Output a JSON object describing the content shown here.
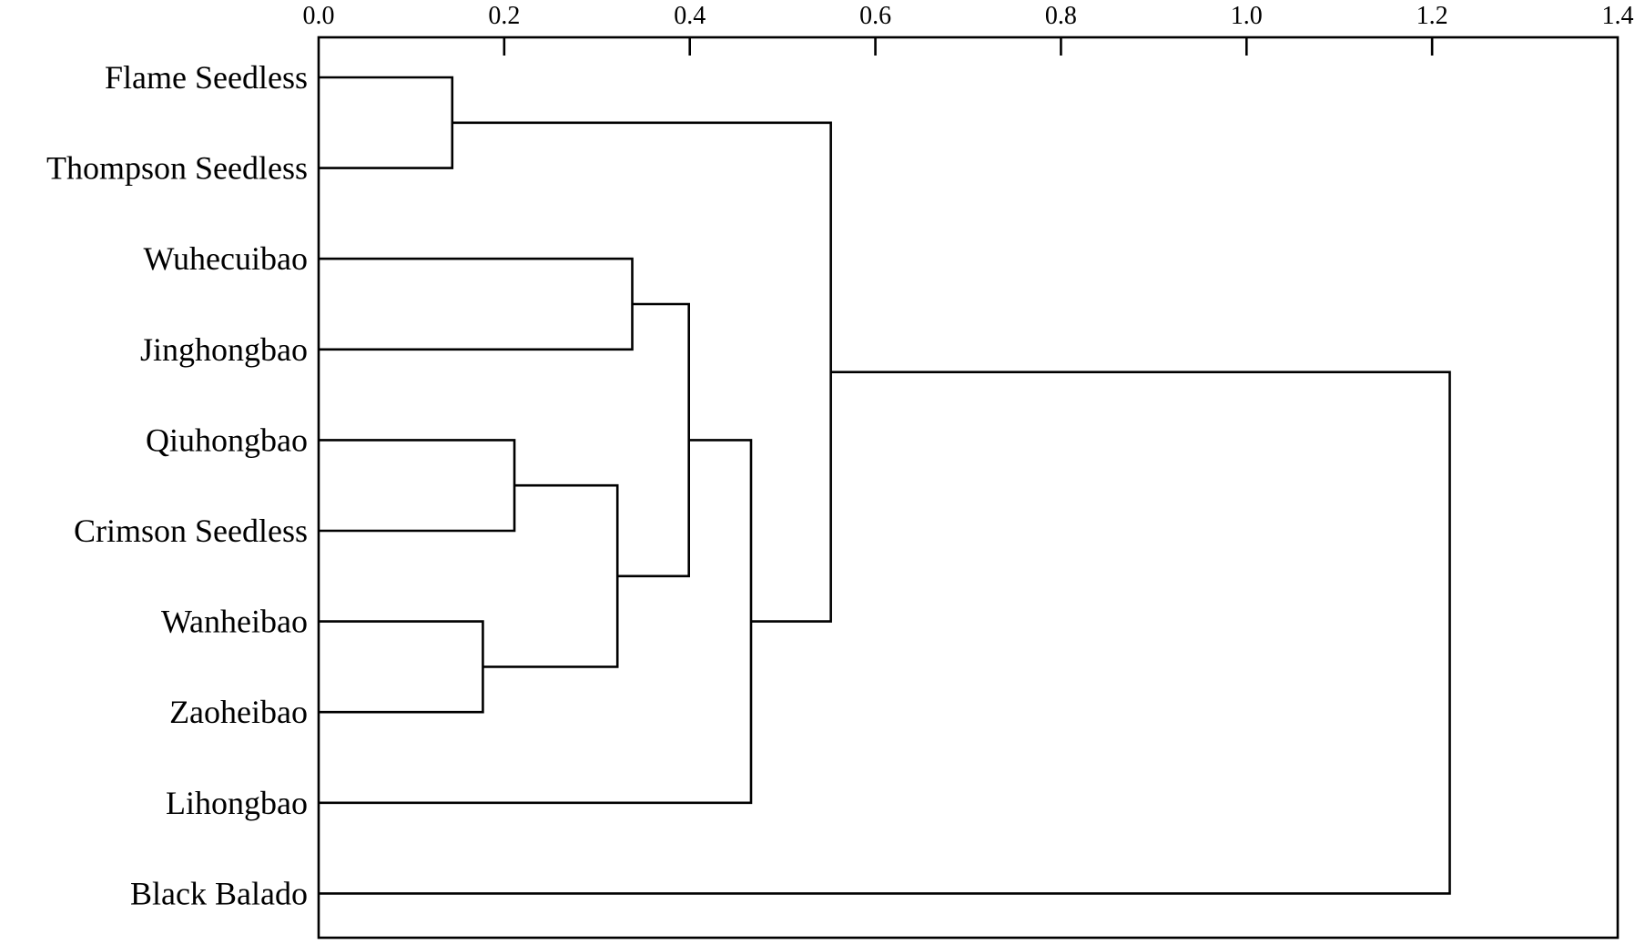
{
  "chart_data": {
    "type": "dendrogram",
    "xaxis_position": "top",
    "xlim": [
      0.0,
      1.4
    ],
    "ticks": [
      "0.0",
      "0.2",
      "0.4",
      "0.6",
      "0.8",
      "1.0",
      "1.2",
      "1.4"
    ],
    "leaves": [
      "Flame Seedless",
      "Thompson Seedless",
      "Wuhecuibao",
      "Jinghongbao",
      "Qiuhongbao",
      "Crimson Seedless",
      "Wanheibao",
      "Zaoheibao",
      "Lihongbao",
      "Black Balado"
    ],
    "merges": [
      {
        "id": "m1",
        "left": "L0",
        "right": "L1",
        "height": 0.144
      },
      {
        "id": "m2",
        "left": "L2",
        "right": "L3",
        "height": 0.338
      },
      {
        "id": "m3",
        "left": "L4",
        "right": "L5",
        "height": 0.211
      },
      {
        "id": "m4",
        "left": "L6",
        "right": "L7",
        "height": 0.177
      },
      {
        "id": "m5",
        "left": "m3",
        "right": "m4",
        "height": 0.322
      },
      {
        "id": "m6",
        "left": "m2",
        "right": "m5",
        "height": 0.399
      },
      {
        "id": "m7",
        "left": "m6",
        "right": "L8",
        "height": 0.466
      },
      {
        "id": "m8",
        "left": "m1",
        "right": "m7",
        "height": 0.552
      },
      {
        "id": "m9",
        "left": "m8",
        "right": "L9",
        "height": 1.219
      }
    ]
  }
}
